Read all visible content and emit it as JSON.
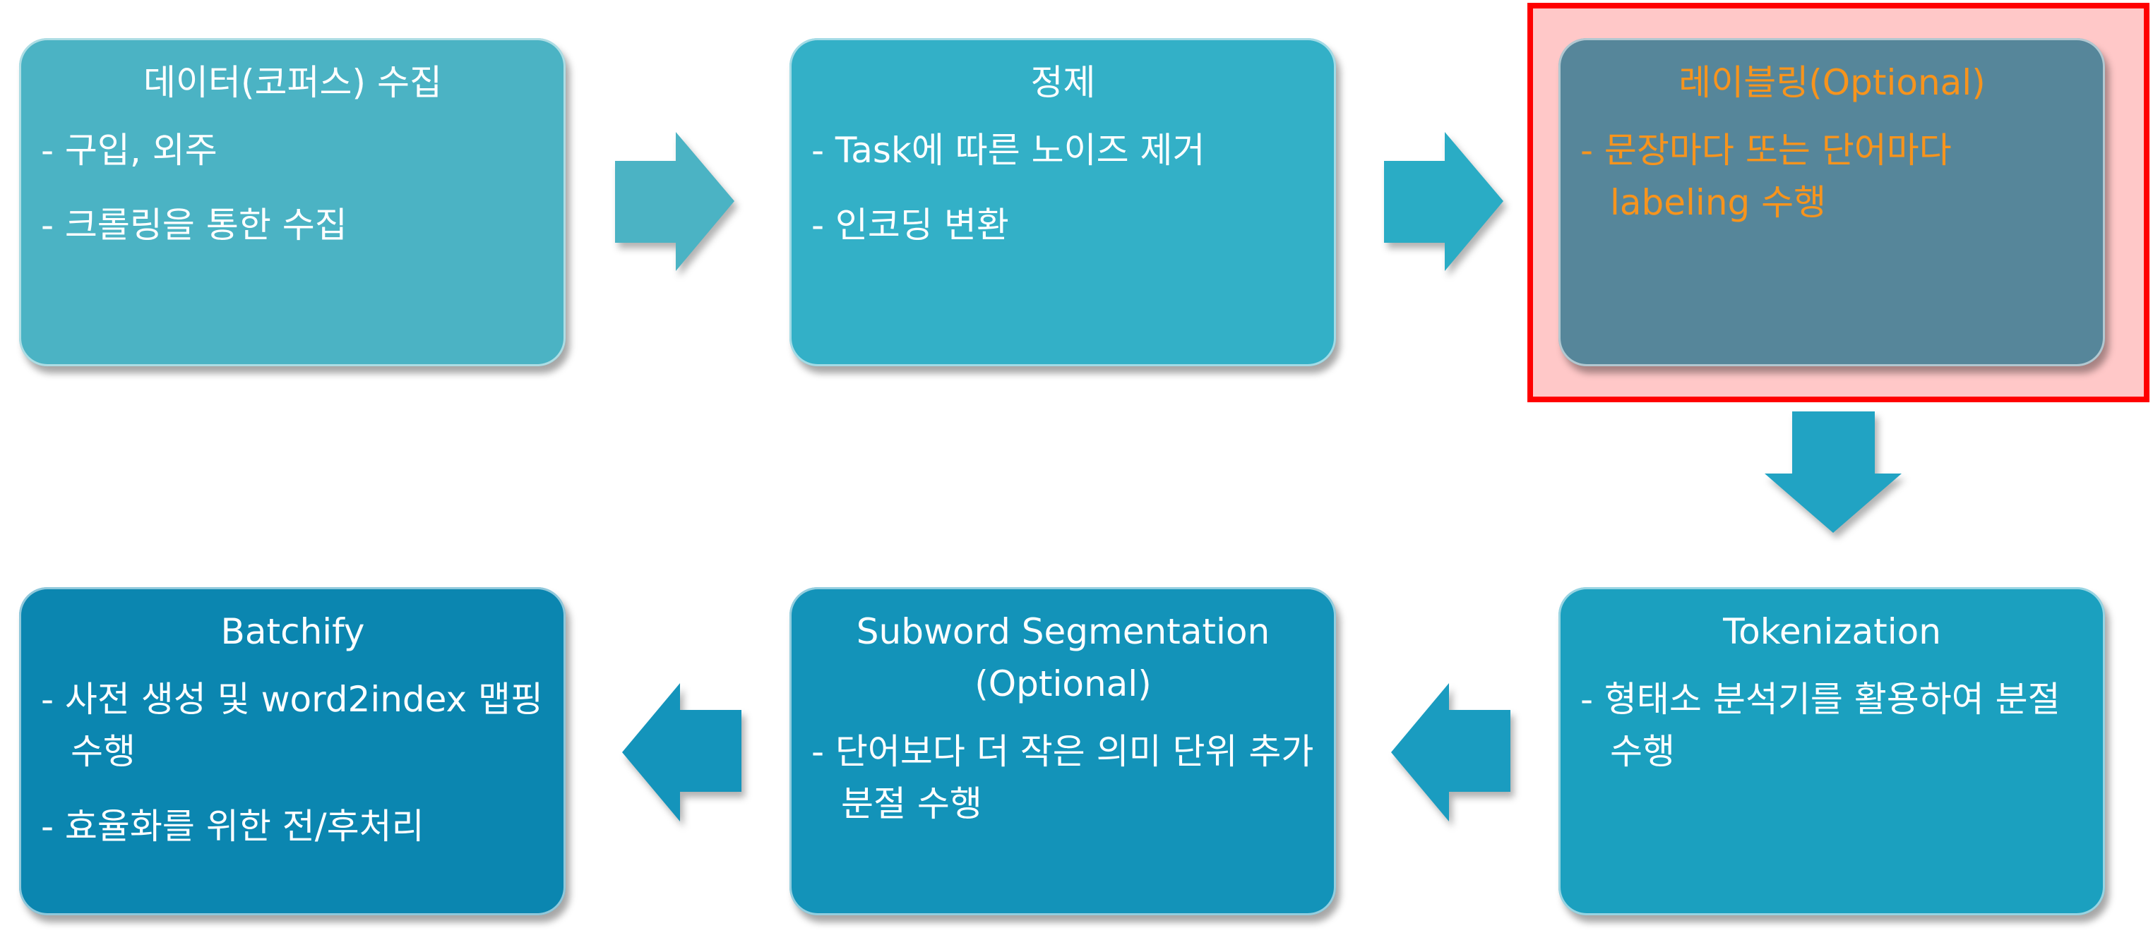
{
  "steps": [
    {
      "title": "데이터(코퍼스) 수집",
      "bullets": [
        "- 구입, 외주",
        "- 크롤링을 통한 수집"
      ],
      "color": "#4BB3C4"
    },
    {
      "title": "정제",
      "bullets": [
        "- Task에 따른 노이즈 제거",
        "- 인코딩 변환"
      ],
      "color": "#33B0C7"
    },
    {
      "title": "레이블링(Optional)",
      "bullets": [
        "- 문장마다 또는 단어마다 labeling 수행"
      ],
      "color": "#56869A",
      "text_color": "#F7941D",
      "highlighted": true
    },
    {
      "title": "Tokenization",
      "bullets": [
        "- 형태소 분석기를 활용하여 분절 수행"
      ],
      "color": "#1BA0BF"
    },
    {
      "title": "Subword Segmentation (Optional)",
      "bullets": [
        "- 단어보다 더 작은 의미 단위 추가 분절 수행"
      ],
      "color": "#1393B9"
    },
    {
      "title": "Batchify",
      "bullets": [
        "- 사전 생성 및 word2index 맵핑 수행",
        "- 효율화를 위한 전/후처리"
      ],
      "color": "#0B86B0"
    }
  ],
  "highlight_color": "#FF0000"
}
